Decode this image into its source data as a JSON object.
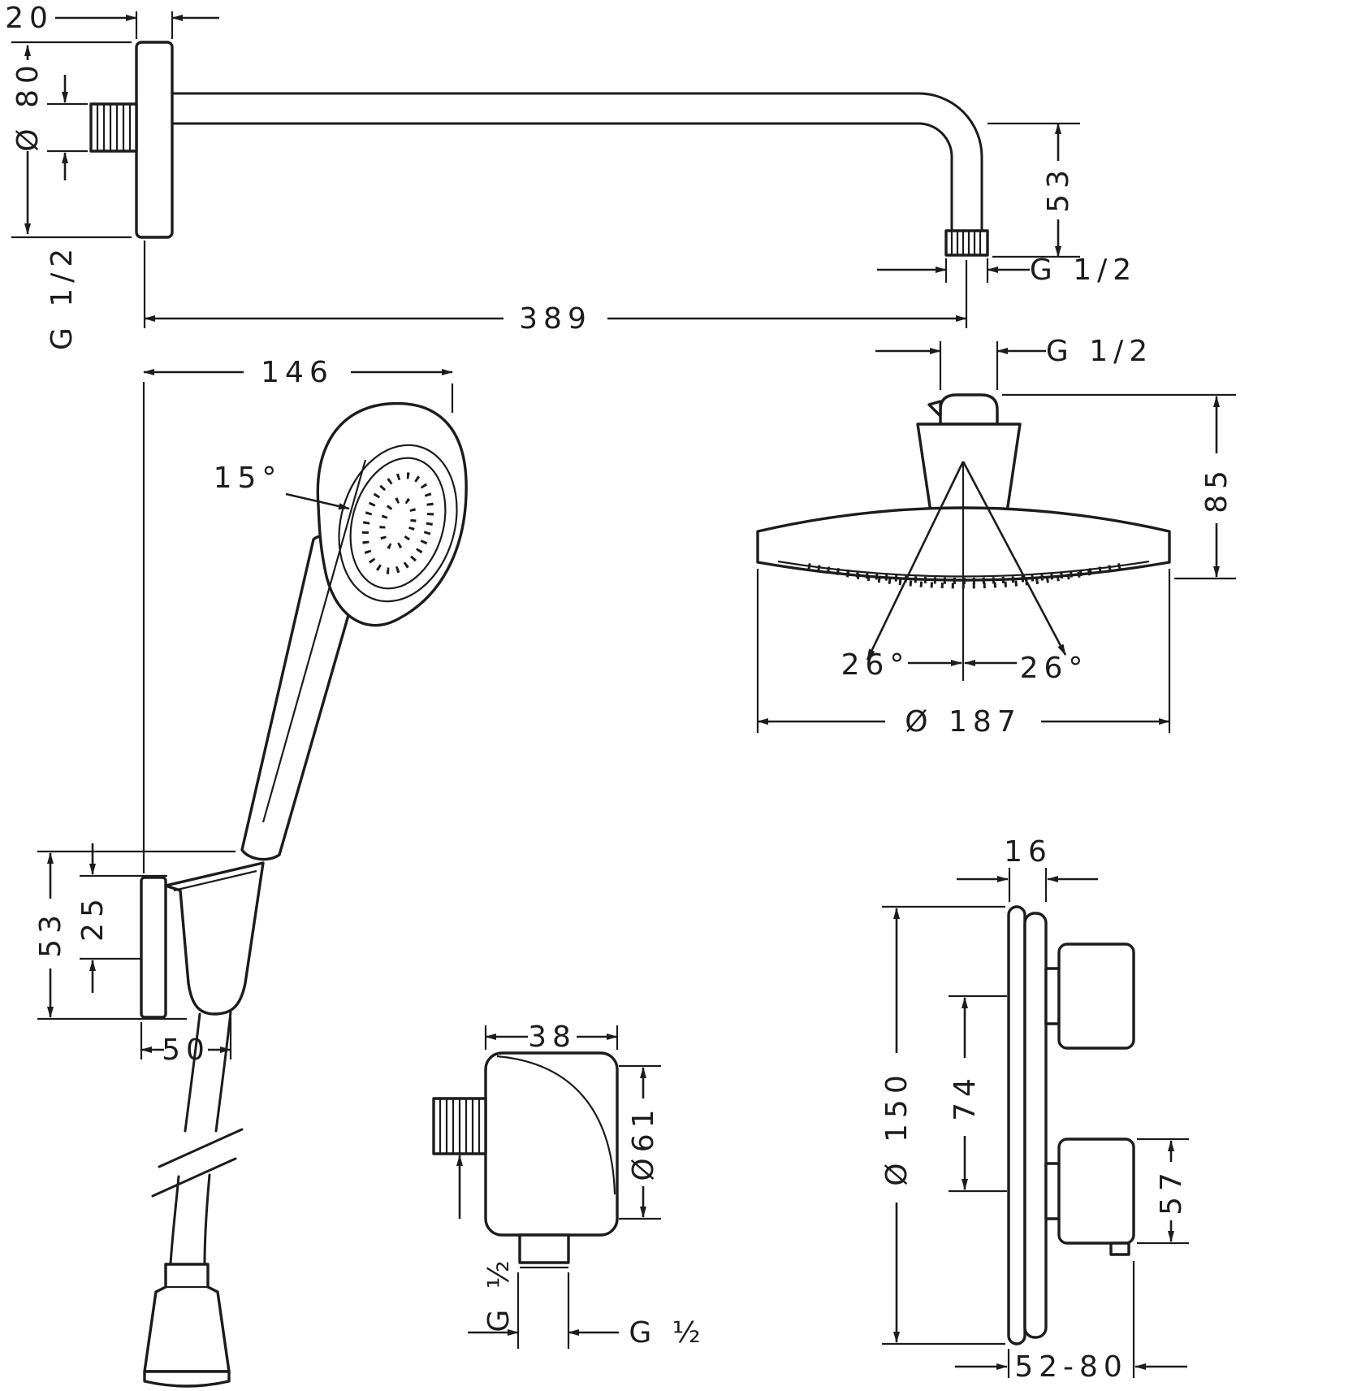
{
  "colors": {
    "line": "#1c1c1c",
    "background": "#ffffff"
  },
  "drawing": {
    "shower_arm": {
      "flange_thickness": "20",
      "flange_diameter": "Ø 80",
      "wall_thread": "G 1/2",
      "length": "389",
      "drop": "53",
      "outlet_thread": "G 1/2"
    },
    "overhead_shower": {
      "connector_thread": "G 1/2",
      "height": "85",
      "spray_angle_left": "26°",
      "spray_angle_right": "26°",
      "diameter": "Ø 187"
    },
    "hand_shower": {
      "length": "146",
      "head_angle": "15°",
      "holder_height": "53",
      "holder_offset": "25",
      "holder_depth": "50"
    },
    "wall_outlet": {
      "width": "38",
      "diameter": "Ø61",
      "side_thread": "G ½",
      "bottom_thread": "G ½"
    },
    "thermostat": {
      "plate_thickness": "16",
      "plate_diameter": "Ø 150",
      "handle_spacing": "74",
      "handle_size": "57",
      "depth_range": "52-80"
    }
  }
}
